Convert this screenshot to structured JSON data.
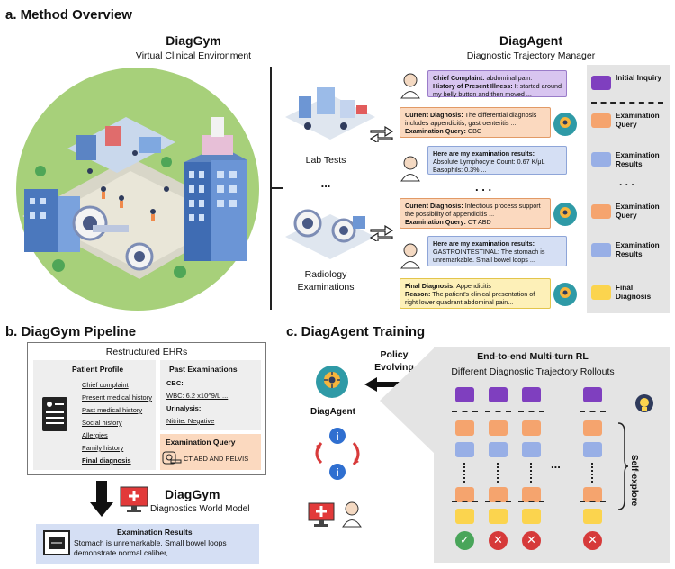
{
  "section_a": {
    "title": "a. Method Overview",
    "diaggym_title": "DiagGym",
    "diaggym_subtitle": "Virtual Clinical Environment",
    "diagagent_title": "DiagAgent",
    "diagagent_subtitle": "Diagnostic Trajectory Manager",
    "lab_tests": "Lab Tests",
    "dots": "...",
    "radiology_line1": "Radiology",
    "radiology_line2": "Examinations",
    "messages": [
      {
        "bold": "Chief Complaint:",
        "text": " abdominal pain.",
        "bold2": "History of Present Illness:",
        "text2": " It started around my belly button and then moved ..."
      },
      {
        "bold": "Current Diagnosis:",
        "text": " The differential diagnosis includes appendicitis, gastroenteritis ...",
        "bold2": "Examination Query:",
        "text2": " CBC"
      },
      {
        "bold": "Here are my examination results:",
        "text": "Absolute Lymphocyte Count: 0.67 K/μL",
        "text2": "Basophils: 0.3% ..."
      },
      {
        "bold": "Current Diagnosis:",
        "text": " Infectious process support the possibility of appendicitis ...",
        "bold2": "Examination Query:",
        "text2": " CT ABD"
      },
      {
        "bold": "Here are my examination results:",
        "text": "GASTROINTESTINAL: The stomach is unremarkable. Small bowel loops ..."
      },
      {
        "bold": "Final Diagnosis:",
        "text": " Appendicitis",
        "bold2": "Reason:",
        "text2": " The patient's clinical presentation of right lower quadrant abdominal pain..."
      }
    ],
    "legend": [
      {
        "label": "Initial Inquiry",
        "color": "#7f3fbf"
      },
      {
        "label": "Examination Query",
        "color": "#f5a46e"
      },
      {
        "label": "Examination Results",
        "color": "#98afe6"
      },
      {
        "label": "Examination Query",
        "color": "#f5a46e"
      },
      {
        "label": "Examination Results",
        "color": "#98afe6"
      },
      {
        "label": "Final Diagnosis",
        "color": "#fbd44e"
      }
    ]
  },
  "section_b": {
    "title": "b. DiagGym Pipeline",
    "ehr_title": "Restructured EHRs",
    "patient_profile": "Patient Profile",
    "profile_items": [
      "Chief complaint",
      "Present medical history",
      "Past medical history",
      "Social history",
      "Allergies",
      "Family history",
      "Final diagnosis"
    ],
    "past_exams": "Past Examinations",
    "cbc": "CBC:",
    "wbc": "WBC: 6.2 x10^9/L ...",
    "urinalysis": "Urinalysis:",
    "nitrite": "Nitrite: Negative",
    "exam_query": "Examination Query",
    "exam_query_value": "CT ABD AND PELVIS",
    "diaggym": "DiagGym",
    "world_model": "Diagnostics World Model",
    "exam_results_title": "Examination Results",
    "exam_results_text": "Stomach is unremarkable. Small bowel loops demonstrate normal caliber, ..."
  },
  "section_c": {
    "title": "c. DiagAgent Training",
    "policy_line1": "Policy",
    "policy_line2": "Evolving",
    "diagagent": "DiagAgent",
    "rl_title": "End-to-end Multi-turn RL",
    "rl_subtitle": "Different Diagnostic Trajectory Rollouts",
    "self_explore": "Self-explore",
    "dots": "...",
    "outcomes": [
      "correct",
      "wrong",
      "wrong",
      "wrong"
    ]
  }
}
